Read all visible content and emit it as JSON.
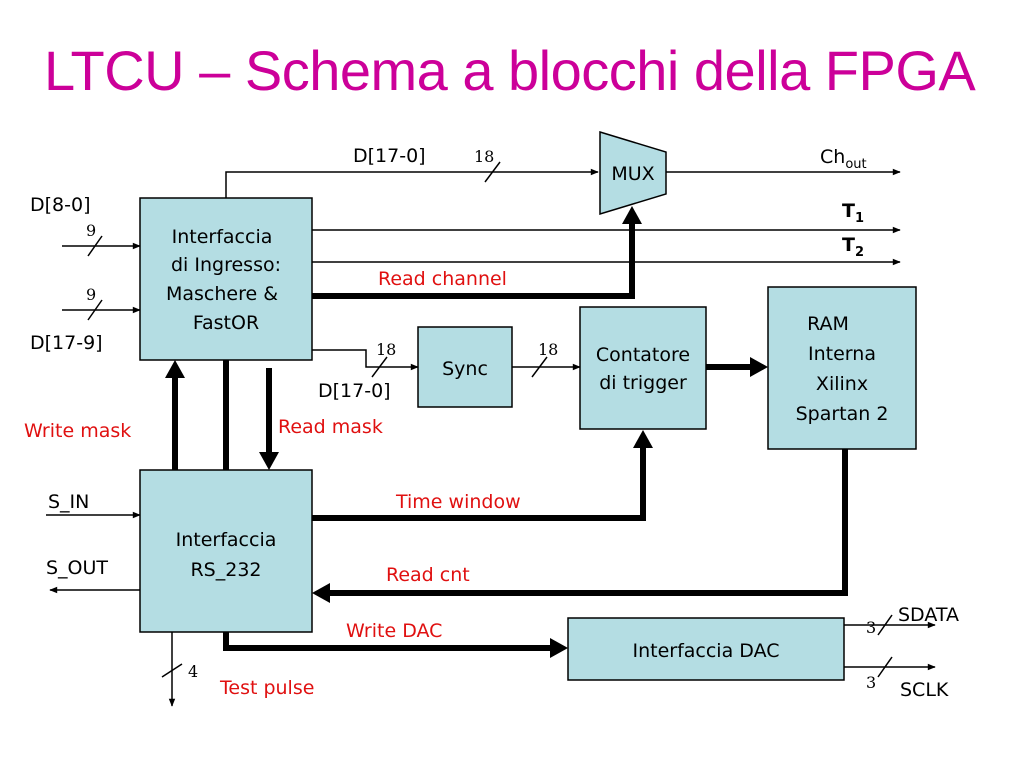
{
  "title": "LTCU – Schema a blocchi della FPGA",
  "colors": {
    "title": "#cc0099",
    "block_fill": "#b4dde3",
    "label_red": "#e01010"
  },
  "blocks": {
    "interfaccia_ingresso": [
      "Interfaccia",
      "di Ingresso:",
      "Maschere &",
      "FastOR"
    ],
    "mux": "MUX",
    "sync": "Sync",
    "contatore": [
      "Contatore",
      "di trigger"
    ],
    "ram": [
      "RAM",
      "Interna",
      "Xilinx",
      "Spartan 2"
    ],
    "interfaccia_rs232": [
      "Interfaccia",
      "RS_232"
    ],
    "interfaccia_dac": "Interfaccia DAC"
  },
  "signals": {
    "d17_0_top": "D[17-0]",
    "d8_0": "D[8-0]",
    "d17_9": "D[17-9]",
    "d17_0_sync": "D[17-0]",
    "ch": "Ch",
    "ch_sub": "out",
    "t1": "T",
    "t1_sub": "1",
    "t2": "T",
    "t2_sub": "2",
    "s_in": "S_IN",
    "s_out": "S_OUT",
    "sdata": "SDATA",
    "sclk": "SCLK"
  },
  "bus_widths": {
    "top": "18",
    "d8_0": "9",
    "d17_9": "9",
    "sync_in": "18",
    "sync_out": "18",
    "sdata": "3",
    "sclk": "3",
    "test": "4"
  },
  "red_labels": {
    "read_channel": "Read channel",
    "write_mask": "Write mask",
    "read_mask": "Read mask",
    "time_window": "Time window",
    "read_cnt": "Read cnt",
    "write_dac": "Write DAC",
    "test_pulse": "Test pulse"
  }
}
